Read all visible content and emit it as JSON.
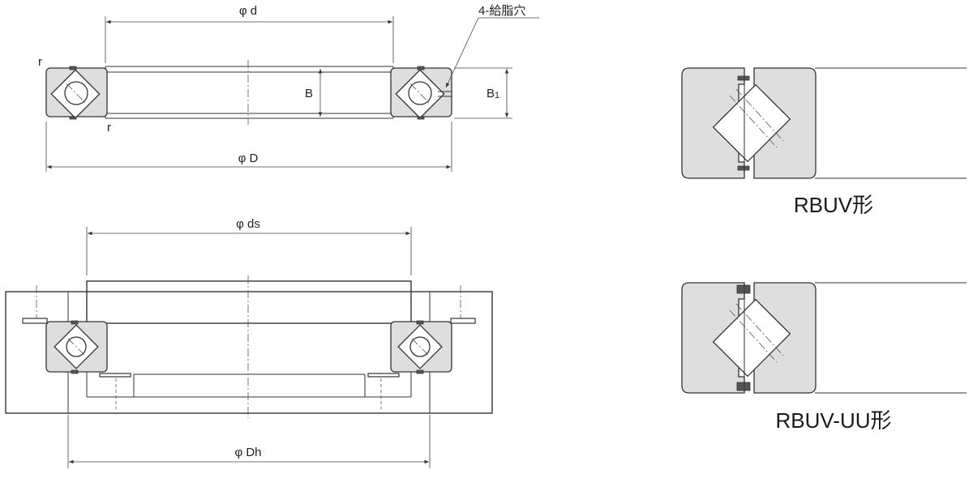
{
  "labels": {
    "phi_d": "φ d",
    "grease_holes": "4-給脂穴",
    "r_top": "r",
    "r_bottom": "r",
    "B": "B",
    "B1_main": "B",
    "B1_sub": "1",
    "phi_D": "φ D",
    "phi_ds": "φ ds",
    "phi_Dh": "φ Dh"
  },
  "captions": {
    "rbuv": "RBUV形",
    "rbuv_uu": "RBUV-UU形"
  }
}
